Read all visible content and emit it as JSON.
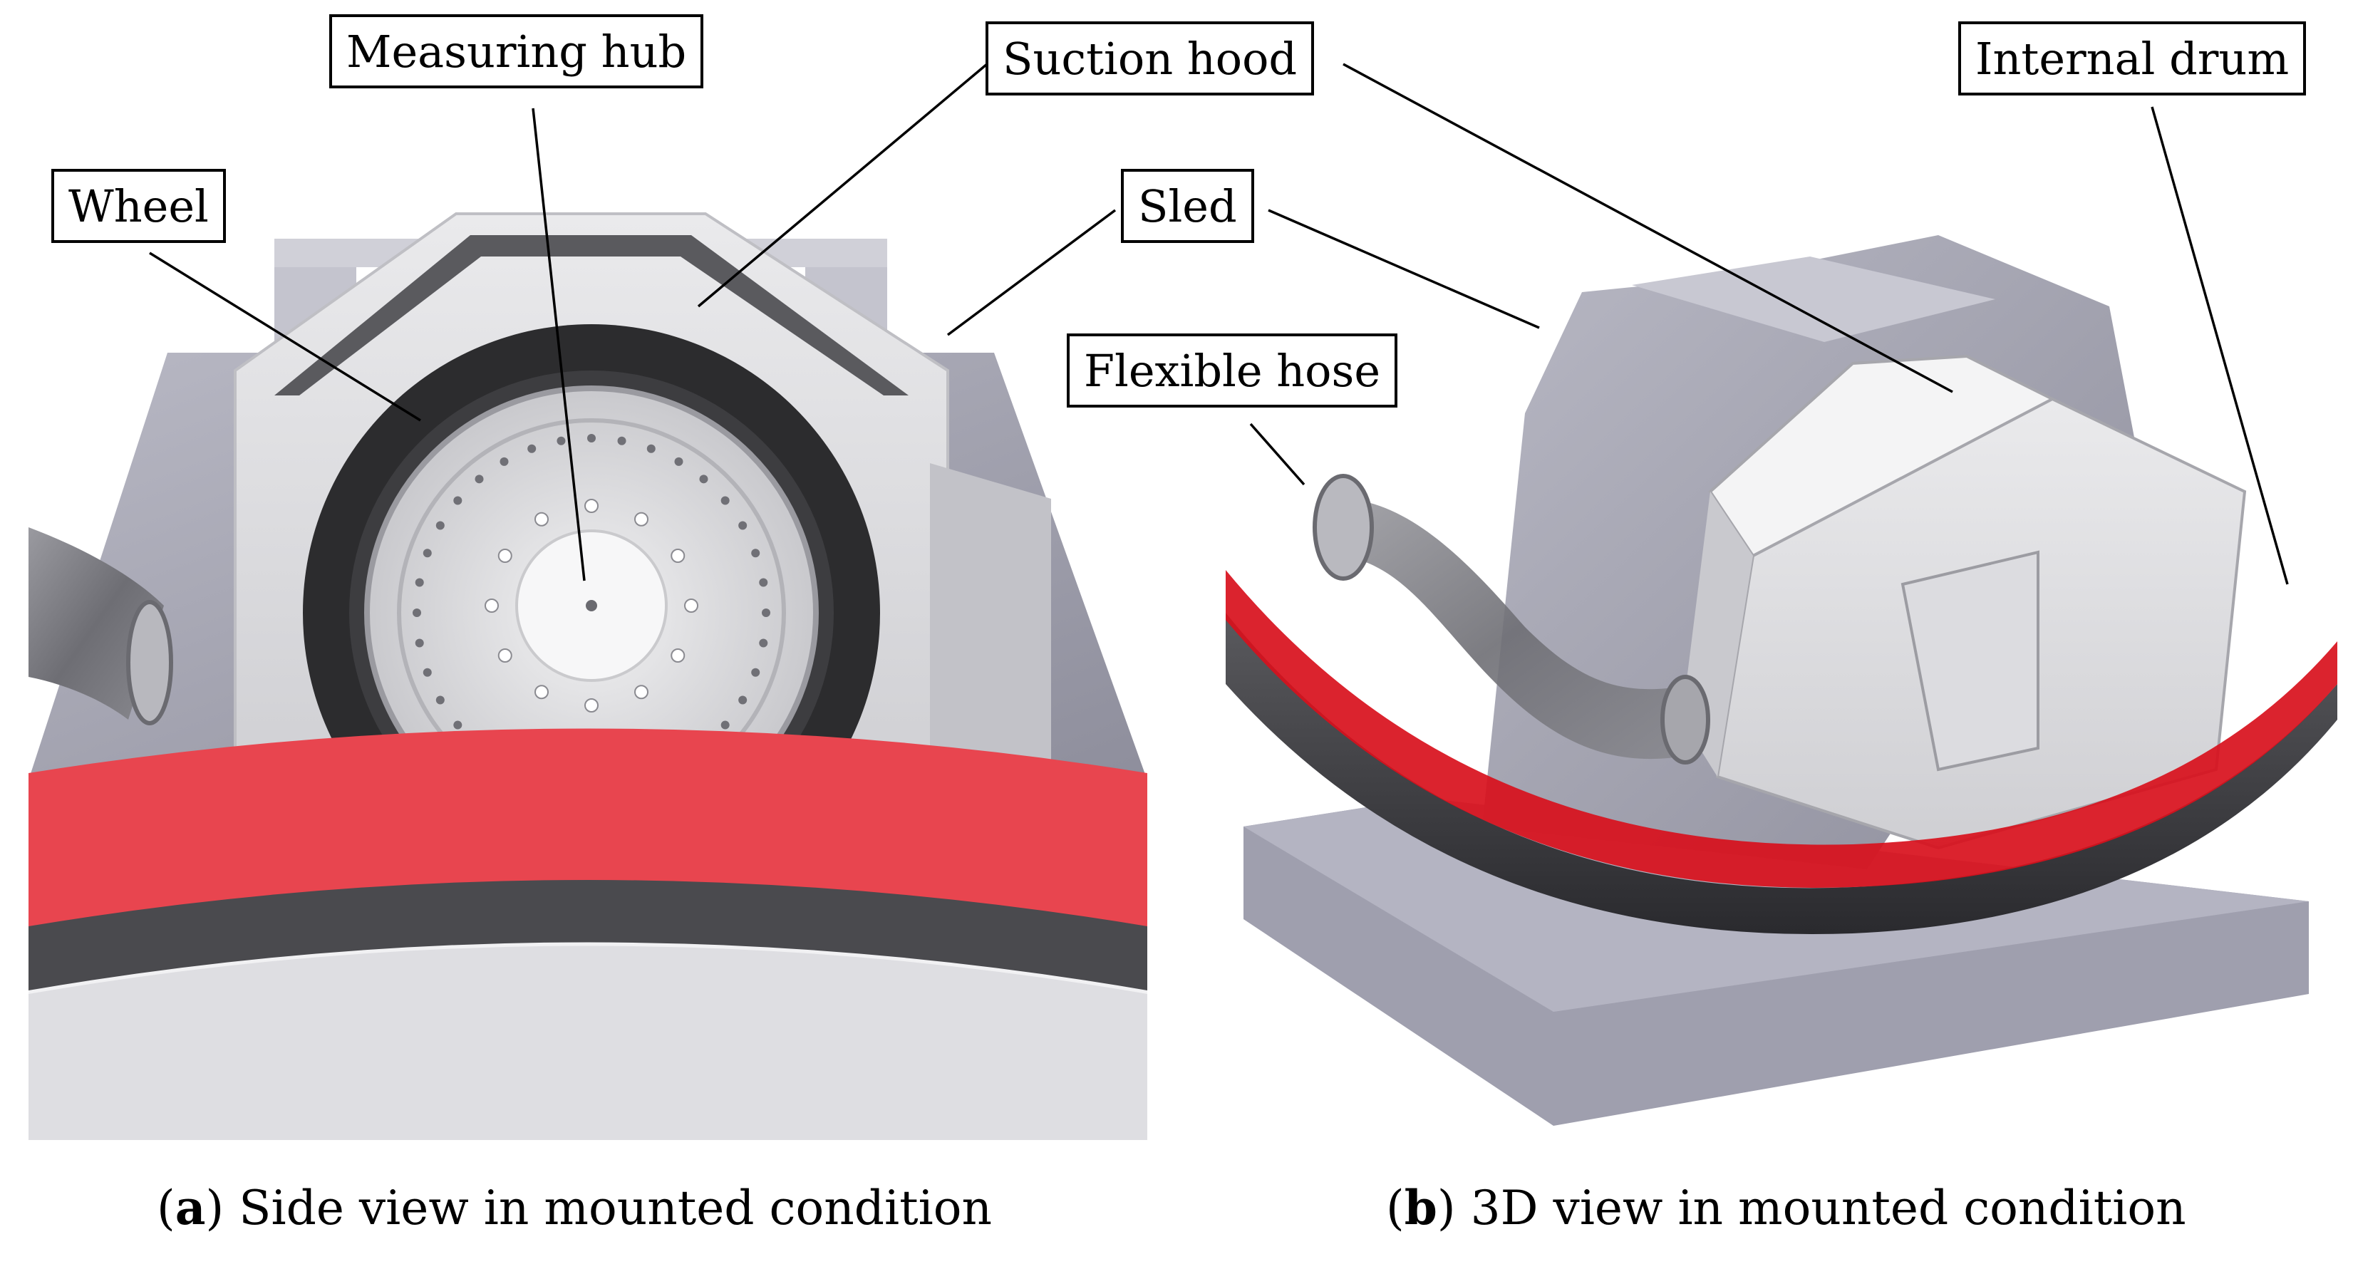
{
  "panels": [
    {
      "id": "a",
      "caption_letter": "a",
      "caption_text": "Side view in mounted condition",
      "labels": {
        "measuring_hub": "Measuring hub",
        "wheel": "Wheel",
        "suction_hood": "Suction hood",
        "sled": "Sled"
      }
    },
    {
      "id": "b",
      "caption_letter": "b",
      "caption_text": "3D view in mounted condition",
      "labels": {
        "internal_drum": "Internal drum",
        "flexible_hose": "Flexible hose"
      }
    }
  ],
  "colors": {
    "drum_red": "#e8454f",
    "frame_grey": "#9c9cab",
    "hood_grey": "#d9d9dc",
    "tyre_black": "#2c2c2e",
    "rim_light": "#e6e6e8"
  }
}
